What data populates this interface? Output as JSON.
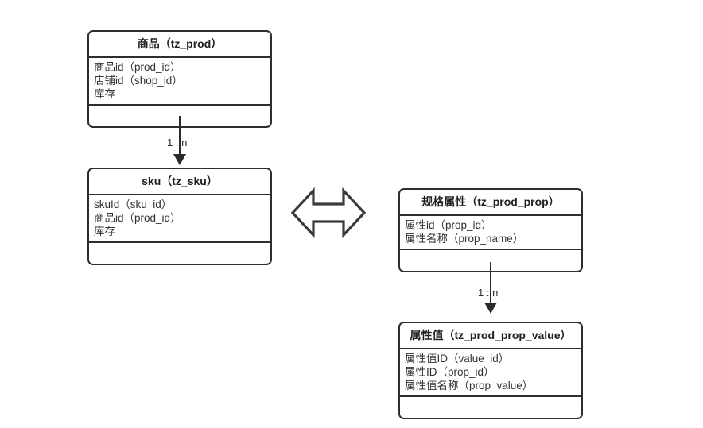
{
  "diagram": {
    "type": "entity-relationship",
    "background_color": "#ffffff",
    "line_color": "#2b2b2b",
    "entities": [
      {
        "id": "prod",
        "title": "商品（tz_prod）",
        "attributes": [
          "商品id（prod_id）",
          "店铺id（shop_id）",
          "库存"
        ],
        "footer": ""
      },
      {
        "id": "sku",
        "title": "sku（tz_sku）",
        "attributes": [
          "skuId（sku_id）",
          "商品id（prod_id）",
          "库存"
        ],
        "footer": ""
      },
      {
        "id": "prop",
        "title": "规格属性（tz_prod_prop）",
        "attributes": [
          "属性id（prop_id）",
          "属性名称（prop_name）"
        ],
        "footer": ""
      },
      {
        "id": "prop_value",
        "title": "属性值（tz_prod_prop_value）",
        "attributes": [
          "属性值ID（value_id）",
          "属性ID（prop_id）",
          "属性值名称（prop_value）"
        ],
        "footer": ""
      }
    ],
    "connectors": [
      {
        "id": "prod-sku",
        "from": "prod",
        "to": "sku",
        "label": "1 : n",
        "arrow": "down-solid"
      },
      {
        "id": "prop-prop-value",
        "from": "prop",
        "to": "prop_value",
        "label": "1 : n",
        "arrow": "down-solid"
      }
    ],
    "relation_arrow": {
      "id": "sku-prop-relation",
      "shape": "double-headed-horizontal-arrow",
      "style": "outline",
      "label": ""
    }
  }
}
